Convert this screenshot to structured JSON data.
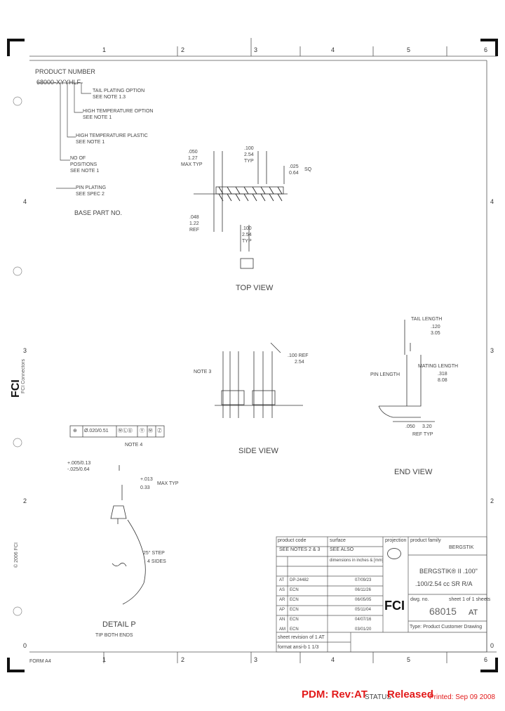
{
  "grid": {
    "top_columns": [
      "1",
      "2",
      "3",
      "4",
      "5",
      "6"
    ],
    "bottom_columns": [
      "1",
      "2",
      "3",
      "4",
      "5",
      "6"
    ],
    "left_rows": [
      "4",
      "3",
      "2",
      "0"
    ],
    "right_rows": [
      "4",
      "3",
      "2",
      "0"
    ]
  },
  "part_number_callouts": {
    "heading": "PRODUCT NUMBER",
    "base_code": "68000-XYYHLF",
    "items": [
      {
        "line1": "TAIL PLATING OPTION",
        "line2": "SEE NOTE 1.3"
      },
      {
        "line1": "HIGH TEMPERATURE OPTION",
        "line2": "SEE NOTE 1"
      },
      {
        "line1": "HIGH TEMPERATURE PLASTIC",
        "line2": "SEE NOTE 1"
      },
      {
        "line1": "NO OF",
        "line2": "POSITIONS",
        "line3": "SEE NOTE 1"
      },
      {
        "line1": "PIN PLATING",
        "line2": "SEE SPEC 2"
      }
    ],
    "base_part": "BASE PART NO."
  },
  "top_view": {
    "dim_left": [
      ".050",
      "1.27",
      "MAX TYP"
    ],
    "dim_pitch": [
      ".100",
      "2.54",
      "TYP"
    ],
    "dim_right": [
      ".025",
      "0.64",
      "SQ"
    ],
    "dim_bottom_left": [
      ".048",
      "1.22",
      "REF"
    ],
    "dim_bottom_pitch": [
      ".100",
      "2.54",
      "TYP"
    ],
    "label": "TOP VIEW"
  },
  "side_view": {
    "note": "NOTE 3",
    "pitch": [
      ".100 REF",
      "2.54"
    ],
    "label": "SIDE VIEW",
    "tolerance_frame": [
      "⊕",
      "Ø.020/0.51",
      "ⓂⓁⓊ",
      "Ⓨ",
      "Ⓜ",
      "Ⓩ"
    ],
    "frame_note": "NOTE 4"
  },
  "end_view": {
    "tail_length": "TAIL LENGTH",
    "tail_values": [
      ".120",
      "3.05"
    ],
    "mating_length": "MATING LENGTH",
    "mating_values": [
      ".318",
      "8.08"
    ],
    "pin_length": "PIN LENGTH",
    "ref": [
      ".050",
      "3.20"
    ],
    "ref_typ": "REF TYP",
    "label": "END VIEW"
  },
  "detail": {
    "callout1": "+.005/0.13",
    "callout2": "-.025/0.64",
    "max": [
      "+.013",
      "0.33",
      "MAX TYP"
    ],
    "angle": [
      "25° STEP",
      "4 SIDES"
    ],
    "label": [
      "DETAIL P",
      "TIP BOTH ENDS"
    ]
  },
  "title_block": {
    "product_code_label": "product code",
    "product_code": "SEE NOTES 2 & 3",
    "surface_label": "surface",
    "surface_value": "SEE ALSO",
    "projection_label": "projection",
    "product_family_label": "product family",
    "product_family": "BERGSTIK",
    "dims_note": "dimensions in inches & [mm]",
    "title_lines": [
      "BERGSTIK® II .100\"",
      ".100/2.54 cc SR R/A"
    ],
    "drawing_no_label": "dwg. no.",
    "drawing_no": "68015",
    "sheet_label": "sheet 1 of 1 sheets",
    "rev": "AT",
    "doc_type": "Type: Product Customer Drawing",
    "revisions": [
      {
        "rev": "AT",
        "desc": "DP-24482",
        "date": "07/09/23"
      },
      {
        "rev": "AS",
        "desc": "ECN",
        "date": "06/11/26"
      },
      {
        "rev": "AR",
        "desc": "ECN",
        "date": "06/05/05"
      },
      {
        "rev": "AP",
        "desc": "ECN",
        "date": "05/11/04"
      },
      {
        "rev": "AN",
        "desc": "ECN",
        "date": "04/07/16"
      },
      {
        "rev": "AM",
        "desc": "ECN",
        "date": "03/01/20"
      }
    ],
    "sheet_row": "sheet  revision  of  1  AT",
    "format_row": "format  ansi-b  1  1/3"
  },
  "left_strip": {
    "logo": "FCI",
    "vertical_text": "FCI Connectors",
    "copyright": "© 2006 FCI"
  },
  "footer": {
    "format_code": "FORM A4",
    "pdm_label": "PDM: Rev:AT",
    "status_label": "STATUS",
    "status_value": "Released",
    "printed": "Printed: Sep 09 2008"
  }
}
